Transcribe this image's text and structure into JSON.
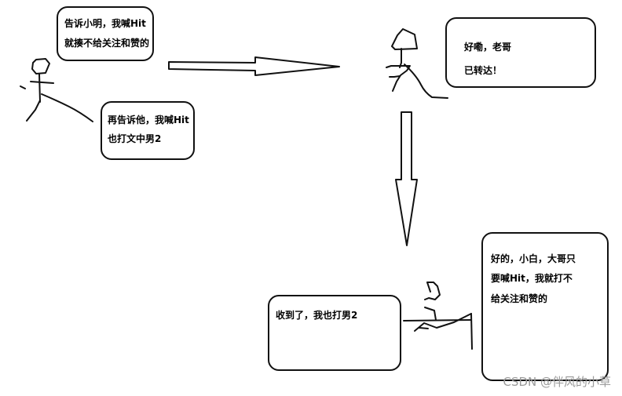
{
  "bubbles": {
    "tell_xiaoming": {
      "lines": [
        "告诉小明，我喊Hit",
        "就揍不给关注和赞的"
      ]
    },
    "tell_him": {
      "lines": [
        "再告诉他，我喊Hit",
        "也打文中男2"
      ]
    },
    "relay_reply": {
      "lines": [
        "好嘞，老哥",
        "已转达！"
      ]
    },
    "received": {
      "lines": [
        "收到了，我也打男2"
      ]
    },
    "xiaobai_reply": {
      "lines": [
        "好的，小白，大哥只",
        "要喊Hit，我就打不",
        "给关注和赞的"
      ]
    }
  },
  "watermark": "CSDN @伴风的小草",
  "colors": {
    "ink": "#111111",
    "bubble_border": "#111111",
    "watermark": "#9a9a9a"
  }
}
